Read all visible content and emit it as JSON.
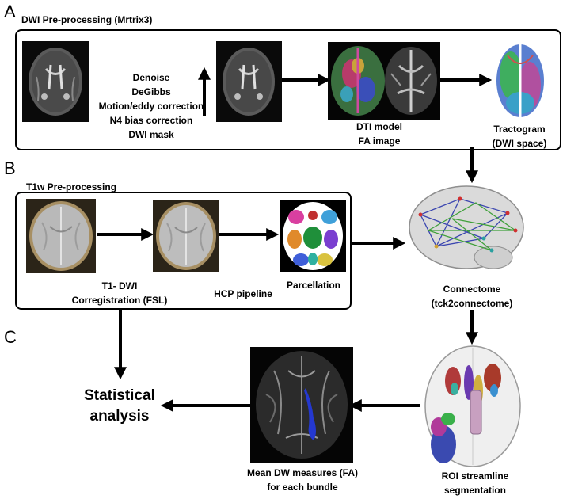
{
  "panels": {
    "a": {
      "letter": "A",
      "title": "DWI Pre-processing (Mrtrix3)"
    },
    "b": {
      "letter": "B",
      "title": "T1w Pre-processing"
    },
    "c": {
      "letter": "C"
    }
  },
  "steps": {
    "dwi_preproc": [
      "Denoise",
      "DeGibbs",
      "Motion/eddy correction",
      "N4 bias correction",
      "DWI mask"
    ],
    "dti": [
      "DTI model",
      "FA image"
    ],
    "tractogram": [
      "Tractogram",
      "(DWI space)"
    ],
    "coreg": [
      "T1- DWI",
      "Corregistration (FSL)"
    ],
    "hcp": "HCP pipeline",
    "parcellation": "Parcellation",
    "connectome": [
      "Connectome",
      "(tck2connectome)"
    ],
    "roi": [
      "ROI streamline",
      "segmentation"
    ],
    "mean_dw": [
      "Mean DW measures (FA)",
      "for each bundle"
    ],
    "stats": [
      "Statistical",
      "analysis"
    ]
  }
}
